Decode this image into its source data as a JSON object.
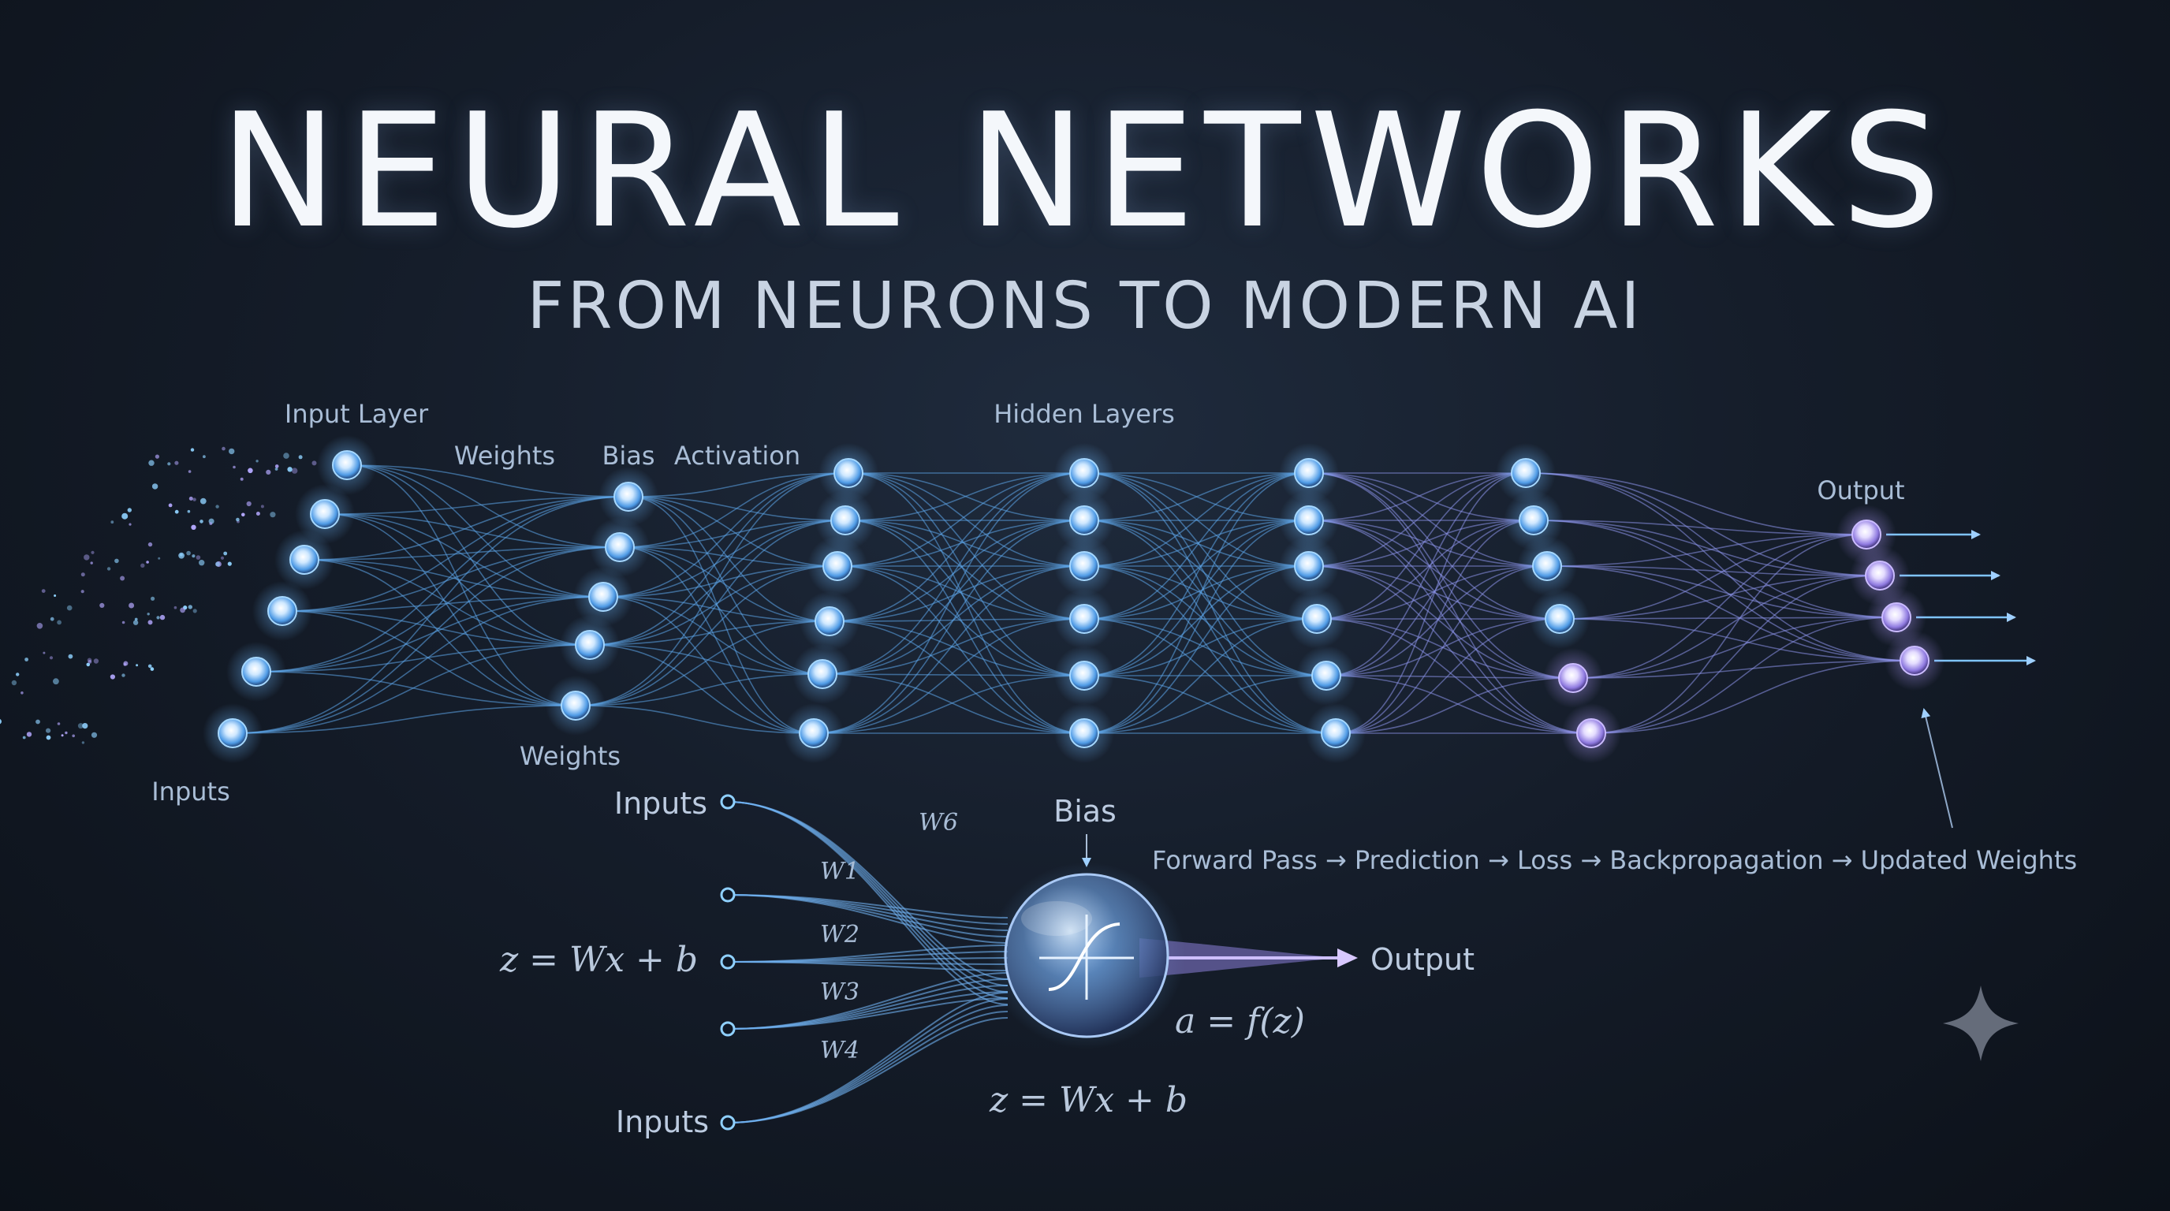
{
  "title": "NEURAL NETWORKS",
  "subtitle": "FROM NEURONS TO MODERN AI",
  "network": {
    "labels": {
      "input_layer": "Input Layer",
      "weights_top": "Weights",
      "bias": "Bias",
      "activation": "Activation",
      "hidden_layers": "Hidden Layers",
      "output": "Output",
      "weights_bottom": "Weights",
      "inputs": "Inputs"
    }
  },
  "pipeline": "Forward Pass → Prediction → Loss → Backpropagation → Updated Weights",
  "neuron": {
    "inputs_top": "Inputs",
    "inputs_bottom": "Inputs",
    "bias": "Bias",
    "output": "Output",
    "eq_left": "z = Wx + b",
    "eq_bottom": "z = Wx + b",
    "activation_eq": "a = f(z)",
    "weights": [
      "W6",
      "W1",
      "W2",
      "W3",
      "W4"
    ]
  },
  "colors": {
    "node_core": "#dff0ff",
    "node_glow": "#5fb6ff",
    "output_glow": "#b49cff",
    "connection": "#6fa8e8"
  },
  "icons": [
    "sparkle-icon"
  ]
}
